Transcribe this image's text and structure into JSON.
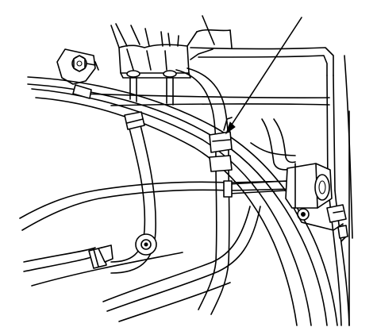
{
  "figure": {
    "background": "#ffffff",
    "line_color": "#000000",
    "callout": "pointer-arrow",
    "parts": [
      "bracket-bolt",
      "upper-bracket",
      "upper-hose-left",
      "upper-hose-right",
      "hose-clamp",
      "lower-hose-left",
      "lower-clamp",
      "grommet-bolt",
      "vertical-pipe",
      "valve-assembly",
      "long-crossing-pipes"
    ]
  }
}
